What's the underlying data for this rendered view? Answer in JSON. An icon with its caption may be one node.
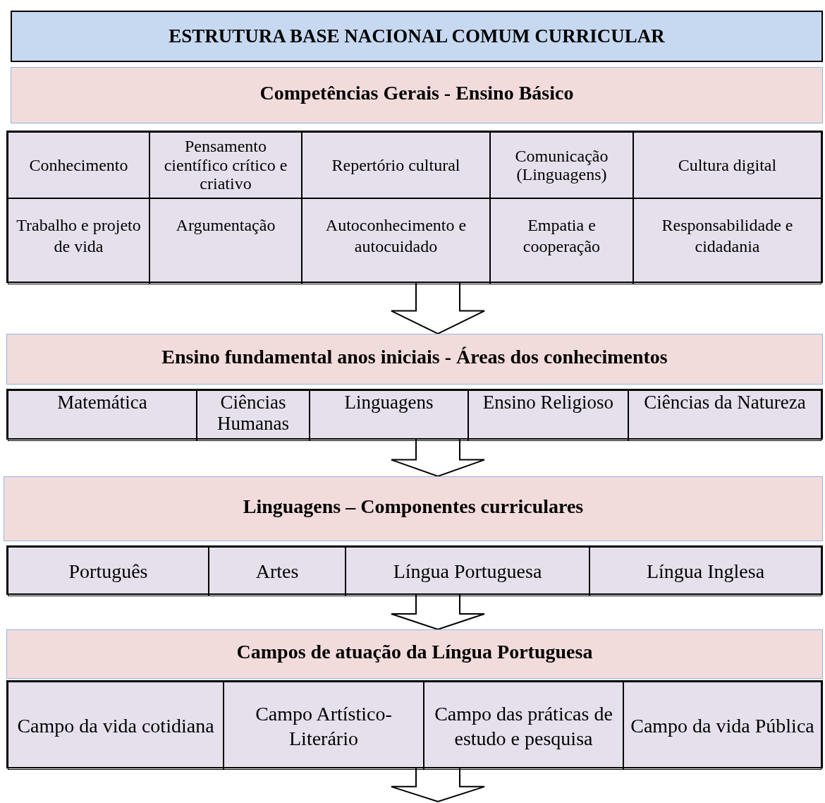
{
  "diagram": {
    "nodes": [
      {
        "text": [
          "ESTRUTURA BASE NACIONAL COMUM CURRICULAR"
        ]
      },
      {
        "text": [
          "Competências Gerais - Ensino Básico"
        ]
      },
      {
        "text": [],
        "shape": "box"
      },
      {
        "text": [
          "Conhecimento"
        ],
        "in": 2
      },
      {
        "text": [
          "Pensamento científico crítico e criativo"
        ],
        "in": 2
      },
      {
        "text": [
          "Repertório cultural"
        ],
        "in": 2
      },
      {
        "text": [
          "Comunicação (Linguagens)"
        ],
        "in": 2
      },
      {
        "text": [
          "Cultura digital"
        ],
        "in": 2
      },
      {
        "text": [
          "Trabalho e projeto de vida"
        ],
        "in": 2
      },
      {
        "text": [
          "Argumentação"
        ],
        "in": 2
      },
      {
        "text": [
          "Autoconhecimento e autocuidado"
        ],
        "in": 2
      },
      {
        "text": [
          "Empatia e cooperação"
        ],
        "in": 2
      },
      {
        "text": [
          "Responsabilidade e cidadania"
        ],
        "in": 2
      },
      {
        "text": [
          "Ensino fundamental anos iniciais - Áreas dos conhecimentos"
        ]
      },
      {
        "text": [],
        "shape": "box"
      },
      {
        "text": [
          "Matemática"
        ],
        "in": 14
      },
      {
        "text": [
          "Ciências Humanas"
        ],
        "in": 14
      },
      {
        "text": [
          "Linguagens"
        ],
        "in": 14
      },
      {
        "text": [
          "Ensino Religioso"
        ],
        "in": 14
      },
      {
        "text": [
          "Ciências da Natureza"
        ],
        "in": 14
      },
      {
        "text": [
          "Linguagens – Componentes curriculares"
        ]
      },
      {
        "text": [],
        "shape": "box"
      },
      {
        "text": [
          "Português"
        ],
        "in": 21
      },
      {
        "text": [
          "Artes"
        ],
        "in": 21
      },
      {
        "text": [
          "Língua Portuguesa"
        ],
        "in": 21
      },
      {
        "text": [
          "Língua Inglesa"
        ],
        "in": 21
      },
      {
        "text": [
          "Campos de atuação da Língua Portuguesa"
        ]
      },
      {
        "text": [],
        "shape": "box"
      },
      {
        "text": [
          "Campo da vida cotidiana"
        ],
        "in": 27
      },
      {
        "text": [
          "Campo Artístico-Literário"
        ],
        "in": 27
      },
      {
        "text": [
          "Campo das práticas de estudo e pesquisa"
        ],
        "in": 27
      },
      {
        "text": [
          "Campo da vida Pública"
        ],
        "in": 27
      }
    ],
    "edges": [
      {
        "from": 2,
        "to": 13,
        "arrow": "to"
      },
      {
        "from": 14,
        "to": 20,
        "arrow": "to"
      },
      {
        "from": 21,
        "to": 26,
        "arrow": "to"
      },
      {
        "from": 27,
        "to": null,
        "arrow": "to"
      }
    ]
  }
}
